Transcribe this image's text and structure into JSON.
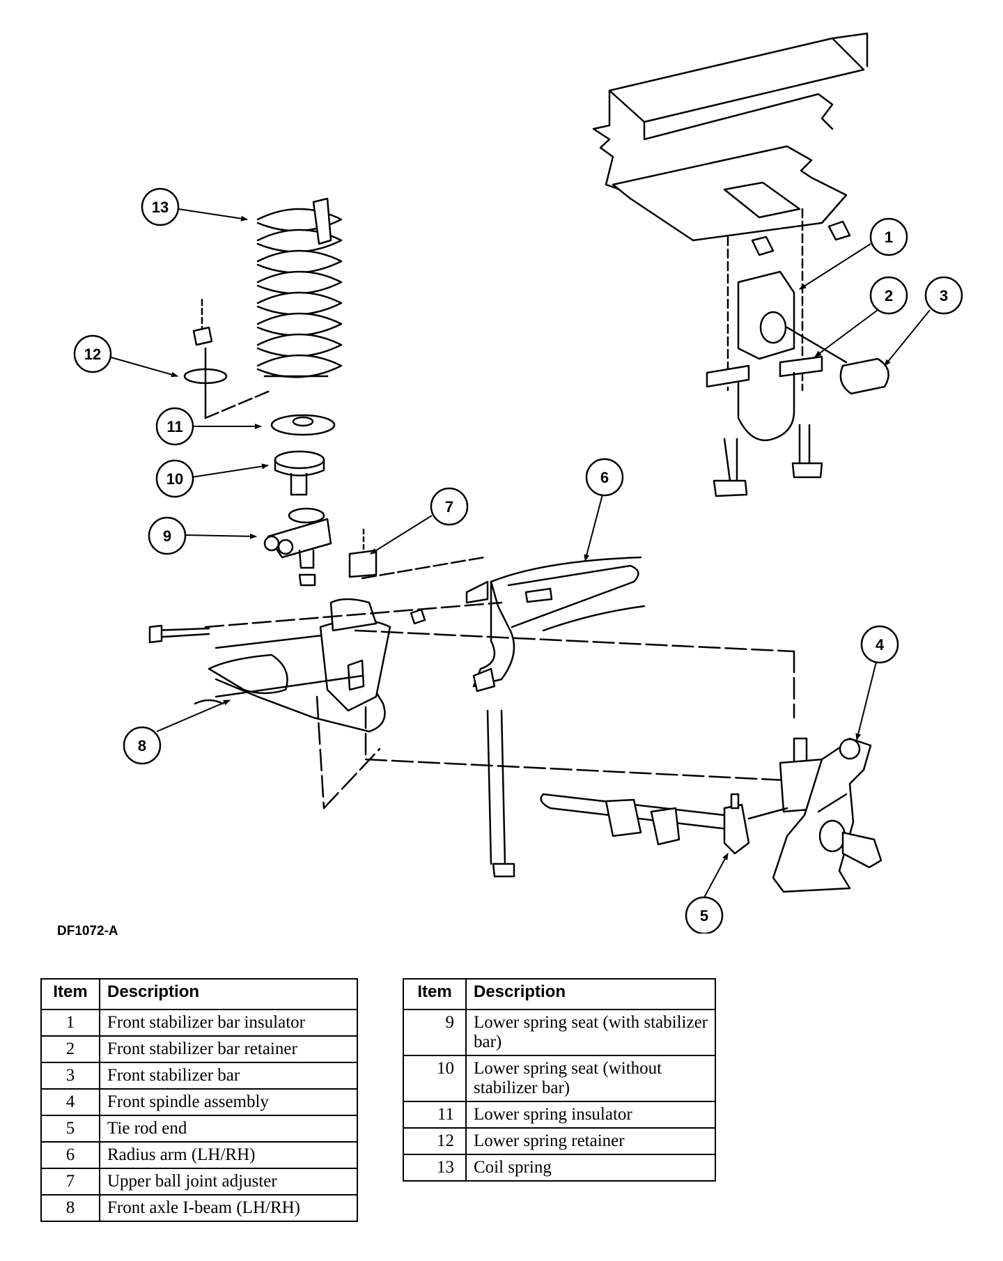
{
  "diagram": {
    "code": "DF1072-A",
    "callouts": [
      "1",
      "2",
      "3",
      "4",
      "5",
      "6",
      "7",
      "8",
      "9",
      "10",
      "11",
      "12",
      "13"
    ]
  },
  "legend": {
    "header_item": "Item",
    "header_description": "Description",
    "left": [
      {
        "item": "1",
        "description": "Front stabilizer bar insulator"
      },
      {
        "item": "2",
        "description": "Front stabilizer bar retainer"
      },
      {
        "item": "3",
        "description": "Front stabilizer bar"
      },
      {
        "item": "4",
        "description": "Front spindle assembly"
      },
      {
        "item": "5",
        "description": "Tie rod end"
      },
      {
        "item": "6",
        "description": "Radius arm (LH/RH)"
      },
      {
        "item": "7",
        "description": "Upper ball joint adjuster"
      },
      {
        "item": "8",
        "description": "Front axle I-beam (LH/RH)"
      }
    ],
    "right": [
      {
        "item": "9",
        "description": "Lower spring seat (with stabilizer bar)"
      },
      {
        "item": "10",
        "description": "Lower spring seat (without stabilizer bar)"
      },
      {
        "item": "11",
        "description": "Lower spring insulator"
      },
      {
        "item": "12",
        "description": "Lower spring retainer"
      },
      {
        "item": "13",
        "description": "Coil spring"
      }
    ]
  }
}
